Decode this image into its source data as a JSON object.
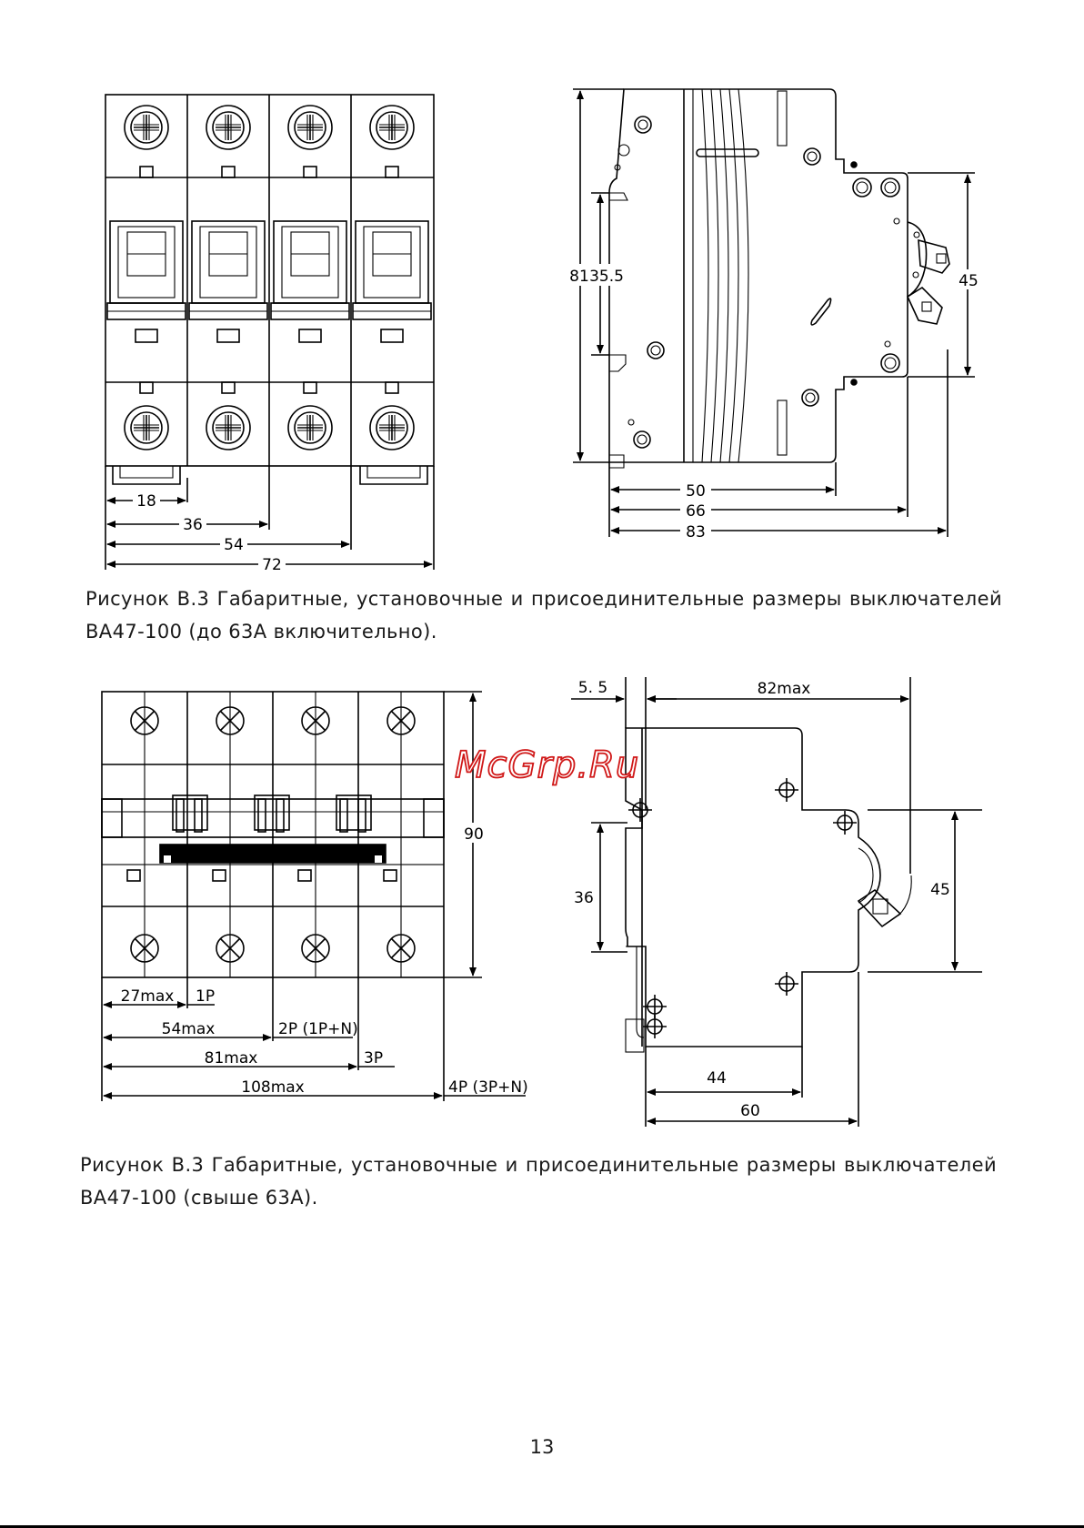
{
  "figure1": {
    "front_dims": [
      "18",
      "36",
      "54",
      "72"
    ],
    "side_dims": {
      "h81": "81",
      "h35_5": "35.5",
      "h45": "45",
      "w50": "50",
      "w66": "66",
      "w83": "83"
    }
  },
  "caption1": {
    "line1": "Рисунок В.3 Габаритные, установочные и присоединительные размеры выключателей",
    "line2": "ВА47-100 (до 63А включительно)."
  },
  "figure2": {
    "front_dims": {
      "d27": "27max",
      "p1": "1P",
      "d54": "54max",
      "p2": "2P (1P+N)",
      "d81": "81max",
      "p3": "3P",
      "d108": "108max",
      "p4": "4P (3P+N)",
      "h90": "90"
    },
    "side_dims": {
      "d5_5": "5. 5",
      "d82": "82max",
      "h36": "36",
      "h45": "45",
      "w44": "44",
      "w60": "60"
    }
  },
  "caption2": {
    "line1": "Рисунок В.3 Габаритные, установочные и присоединительные размеры выключателей",
    "line2": "ВА47-100 (свыше 63А)."
  },
  "watermark": "McGrp.Ru",
  "page_number": "13"
}
